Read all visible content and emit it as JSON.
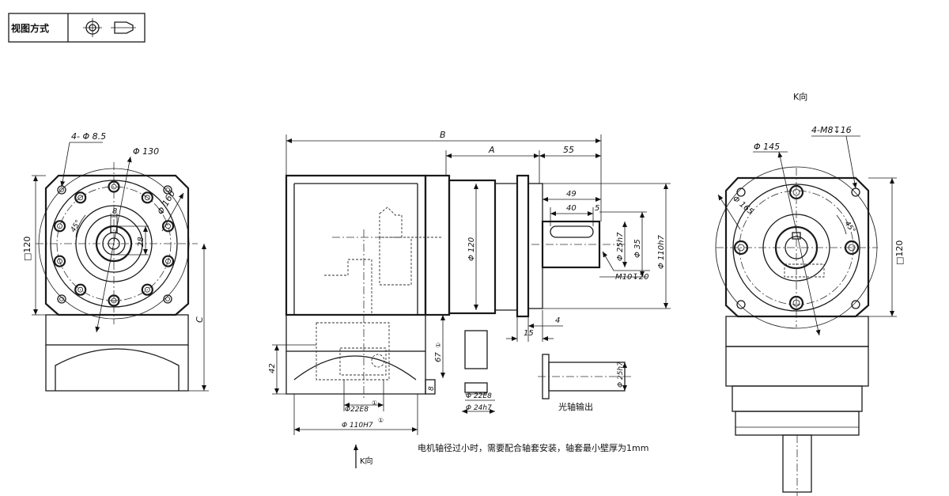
{
  "view_box": {
    "label": "视图方式"
  },
  "front_view": {
    "bolt_holes": "4- Φ 8.5",
    "pcd_130": "Φ 130",
    "pcd_160": "Φ 160",
    "key_8": "8",
    "shaft_28": "28",
    "angle_45": "45°",
    "square_120": "□120",
    "height_c": "C"
  },
  "side_view": {
    "total_b": "B",
    "length_a": "A",
    "shaft_55": "55",
    "shaft_49": "49",
    "key_40": "40",
    "key_offset_5": "5",
    "dia_25h7": "Φ 25h7",
    "dia_35": "Φ 35",
    "dia_110h7": "Φ 110h7",
    "dia_120": "Φ 120",
    "thread": "M10↧20",
    "flange_4": "4",
    "flange_15": "15",
    "height_42": "42",
    "height_67": "67",
    "note_1": "①",
    "dim_8": "8",
    "dia_22e8": "Φ22E8",
    "dia_110h7_lower": "Φ 110H7",
    "bushing_22e8": "Φ 22E8",
    "bushing_24h7": "Φ 24h7",
    "k_arrow": "K向"
  },
  "smooth_shaft": {
    "dia": "Φ 25h7",
    "label": "光轴输出"
  },
  "k_view": {
    "title": "K向",
    "dia_145": "Φ 145",
    "holes": "4-M8↧16",
    "dia_165": "Φ 165",
    "angle_45": "45°",
    "square_120": "□120"
  },
  "note": "电机轴径过小时，需要配合轴套安装，轴套最小壁厚为1mm"
}
